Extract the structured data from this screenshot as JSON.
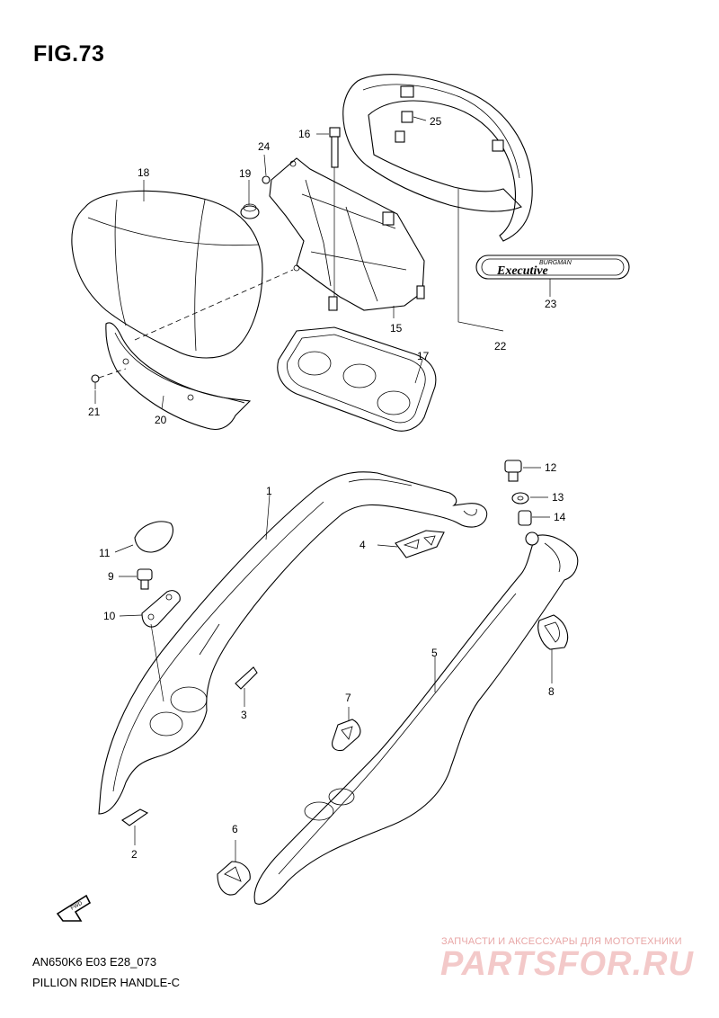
{
  "figure": {
    "title": "FIG.73"
  },
  "footer": {
    "code": "AN650K6 E03 E28_073",
    "caption": "PILLION RIDER HANDLE-C"
  },
  "watermark": {
    "tagline": "ЗАПЧАСТИ И АКСЕССУАРЫ ДЛЯ МОТОТЕХНИКИ",
    "brand": "PARTSFOR.RU"
  },
  "emblem": {
    "line1": "BURGMAN",
    "line2": "Executive"
  },
  "direction_badge": {
    "label": "FWD",
    "icon": "fwd-arrow-icon"
  },
  "callouts": [
    "1",
    "2",
    "3",
    "4",
    "5",
    "6",
    "7",
    "8",
    "9",
    "10",
    "11",
    "12",
    "13",
    "14",
    "15",
    "16",
    "17",
    "18",
    "19",
    "20",
    "21",
    "22",
    "23",
    "24",
    "25"
  ]
}
